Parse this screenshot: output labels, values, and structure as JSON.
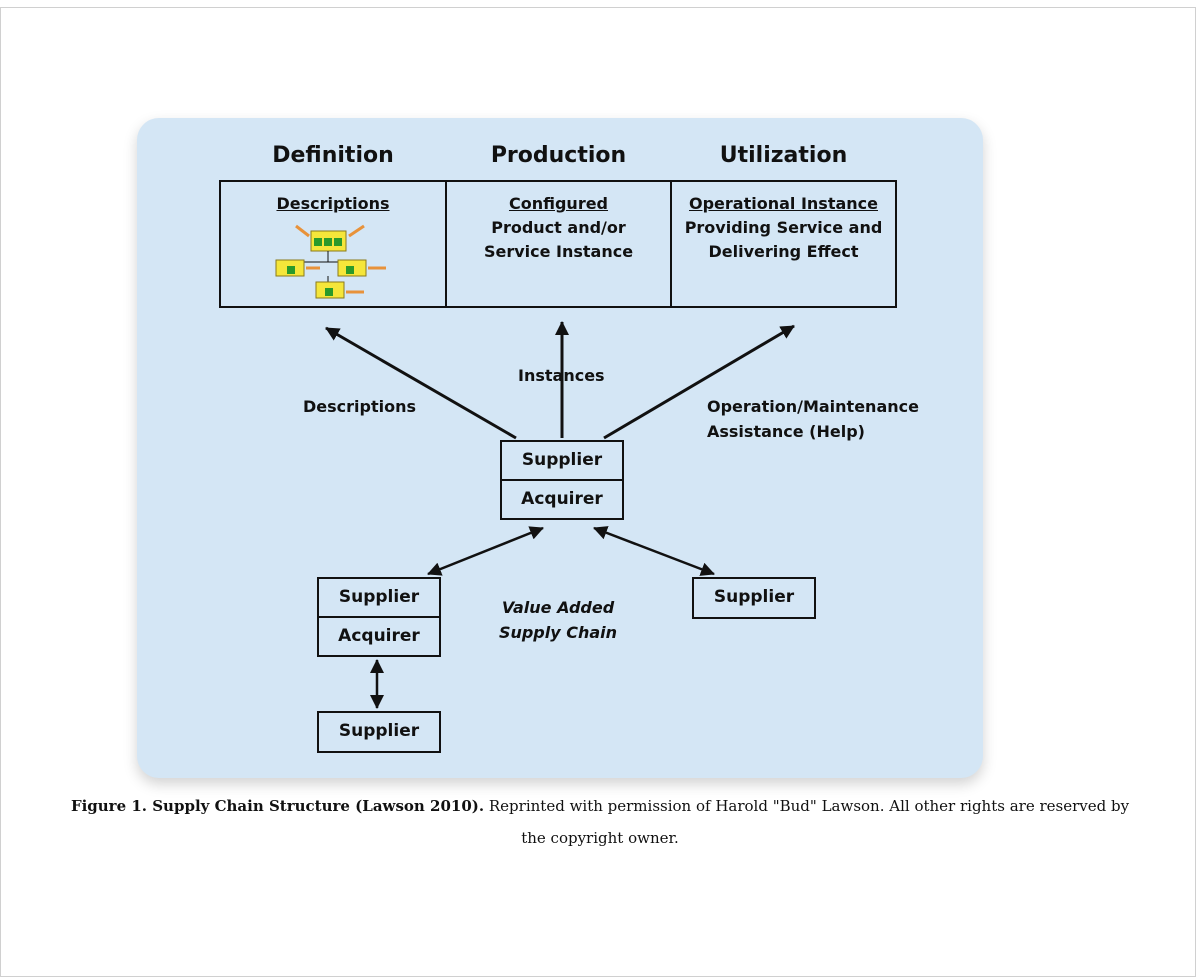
{
  "diagram": {
    "phases": [
      "Definition",
      "Production",
      "Utilization"
    ],
    "cells": {
      "definition": {
        "heading": "Descriptions"
      },
      "production": {
        "heading": "Configured",
        "line1": "Product and/or",
        "line2": "Service Instance"
      },
      "utilization": {
        "heading": "Operational Instance",
        "line1": "Providing Service and",
        "line2": "Delivering Effect"
      }
    },
    "arrow_labels": {
      "left": "Descriptions",
      "middle": "Instances",
      "right_line1": "Operation/Maintenance",
      "right_line2": "Assistance (Help)"
    },
    "boxes": {
      "center": [
        "Supplier",
        "Acquirer"
      ],
      "left": [
        "Supplier",
        "Acquirer"
      ],
      "bottom": "Supplier",
      "right": "Supplier"
    },
    "chain_label": [
      "Value Added",
      "Supply Chain"
    ],
    "colors": {
      "panel": "#d4e6f5",
      "icon_fill": "#f5e63a",
      "icon_green": "#2a9a2a",
      "icon_arrow": "#e8923a"
    }
  },
  "caption": {
    "bold": "Figure 1. Supply Chain Structure (Lawson 2010).",
    "text": "Reprinted with permission of Harold \"Bud\" Lawson. All other rights are reserved by the copyright owner."
  }
}
